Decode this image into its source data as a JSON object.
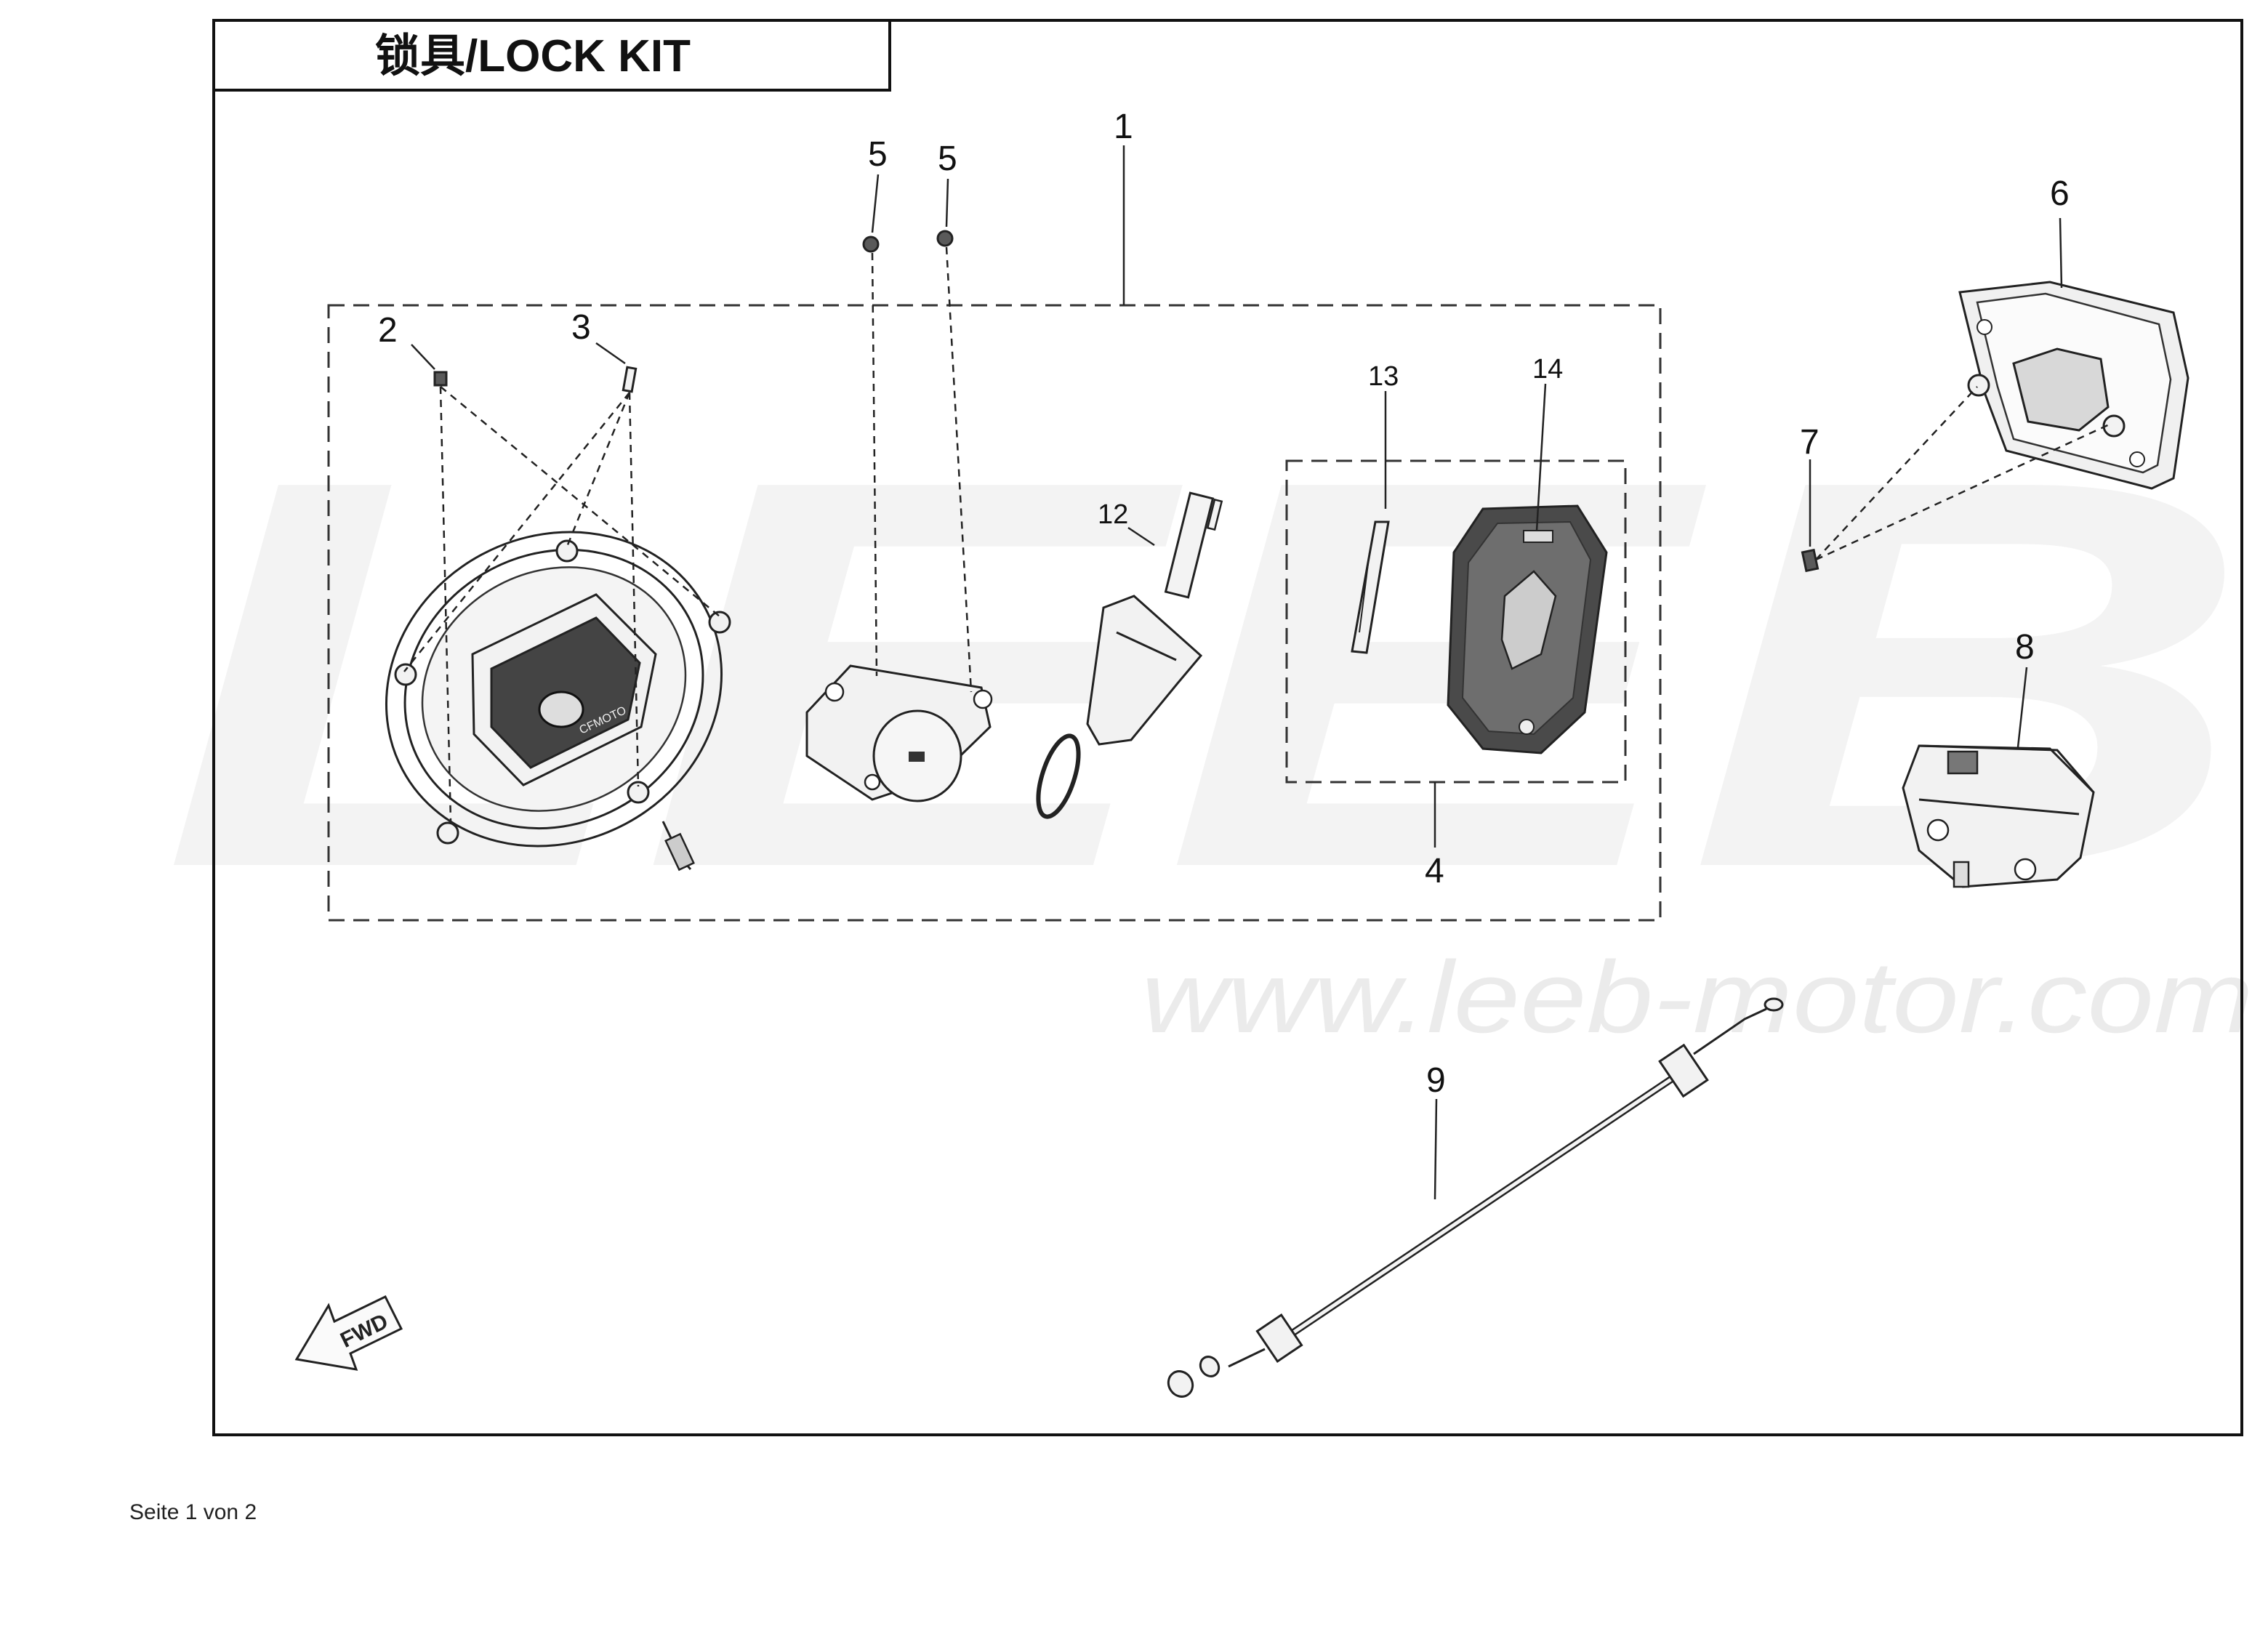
{
  "title": "锁具/LOCK KIT",
  "watermark": {
    "logo": "LEEB",
    "url": "www.leeb-motor.com"
  },
  "direction_marker": "FWD",
  "footer": "Seite 1 von 2",
  "callouts": [
    {
      "id": "c1",
      "label": "1"
    },
    {
      "id": "c2",
      "label": "2"
    },
    {
      "id": "c3",
      "label": "3"
    },
    {
      "id": "c4",
      "label": "4"
    },
    {
      "id": "c5a",
      "label": "5"
    },
    {
      "id": "c5b",
      "label": "5"
    },
    {
      "id": "c6",
      "label": "6"
    },
    {
      "id": "c7",
      "label": "7"
    },
    {
      "id": "c8",
      "label": "8"
    },
    {
      "id": "c9",
      "label": "9"
    },
    {
      "id": "c12",
      "label": "12"
    },
    {
      "id": "c13",
      "label": "13"
    },
    {
      "id": "c14",
      "label": "14"
    }
  ]
}
